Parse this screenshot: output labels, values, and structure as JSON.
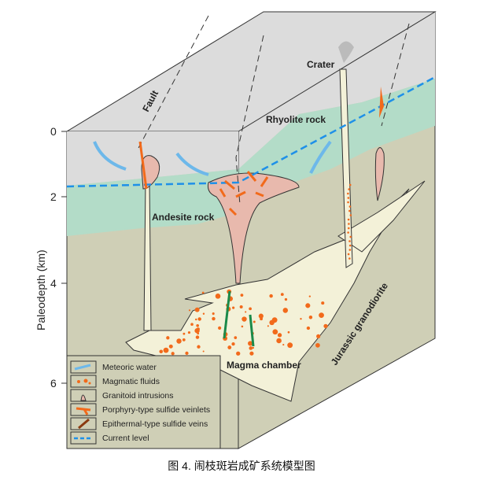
{
  "axis": {
    "label": "Paleodepth (km)",
    "ticks": [
      "0",
      "2",
      "4",
      "6"
    ]
  },
  "labels": {
    "fault": "Fault",
    "crater": "Crater",
    "rhyolite": "Rhyolite rock",
    "andesite": "Andesite rock",
    "magma": "Magma chamber",
    "granodiorite": "Jurassic granodiorite"
  },
  "legend": [
    {
      "icon": "meteoric-water-arrow-icon",
      "label": "Meteoric water"
    },
    {
      "icon": "magmatic-fluids-dots-icon",
      "label": "Magmatic fluids"
    },
    {
      "icon": "granitoid-intrusion-icon",
      "label": "Granitoid intrusions"
    },
    {
      "icon": "porphyry-veinlet-icon",
      "label": "Porphyry-type sulfide veinlets"
    },
    {
      "icon": "epithermal-vein-icon",
      "label": "Epithermal-type sulfide veins"
    },
    {
      "icon": "current-level-dashed-icon",
      "label": "Current level"
    }
  ],
  "colors": {
    "rhyolite": "#dcdcdc",
    "andesite": "#b3dcc8",
    "basement": "#cfcfb6",
    "magma": "#f3f1d8",
    "intrusion": "#e8b9ad",
    "fluid": "#f26a1b",
    "water": "#6db8ea",
    "current": "#1e90e8"
  },
  "caption": "图 4.  闹枝斑岩成矿系统模型图"
}
